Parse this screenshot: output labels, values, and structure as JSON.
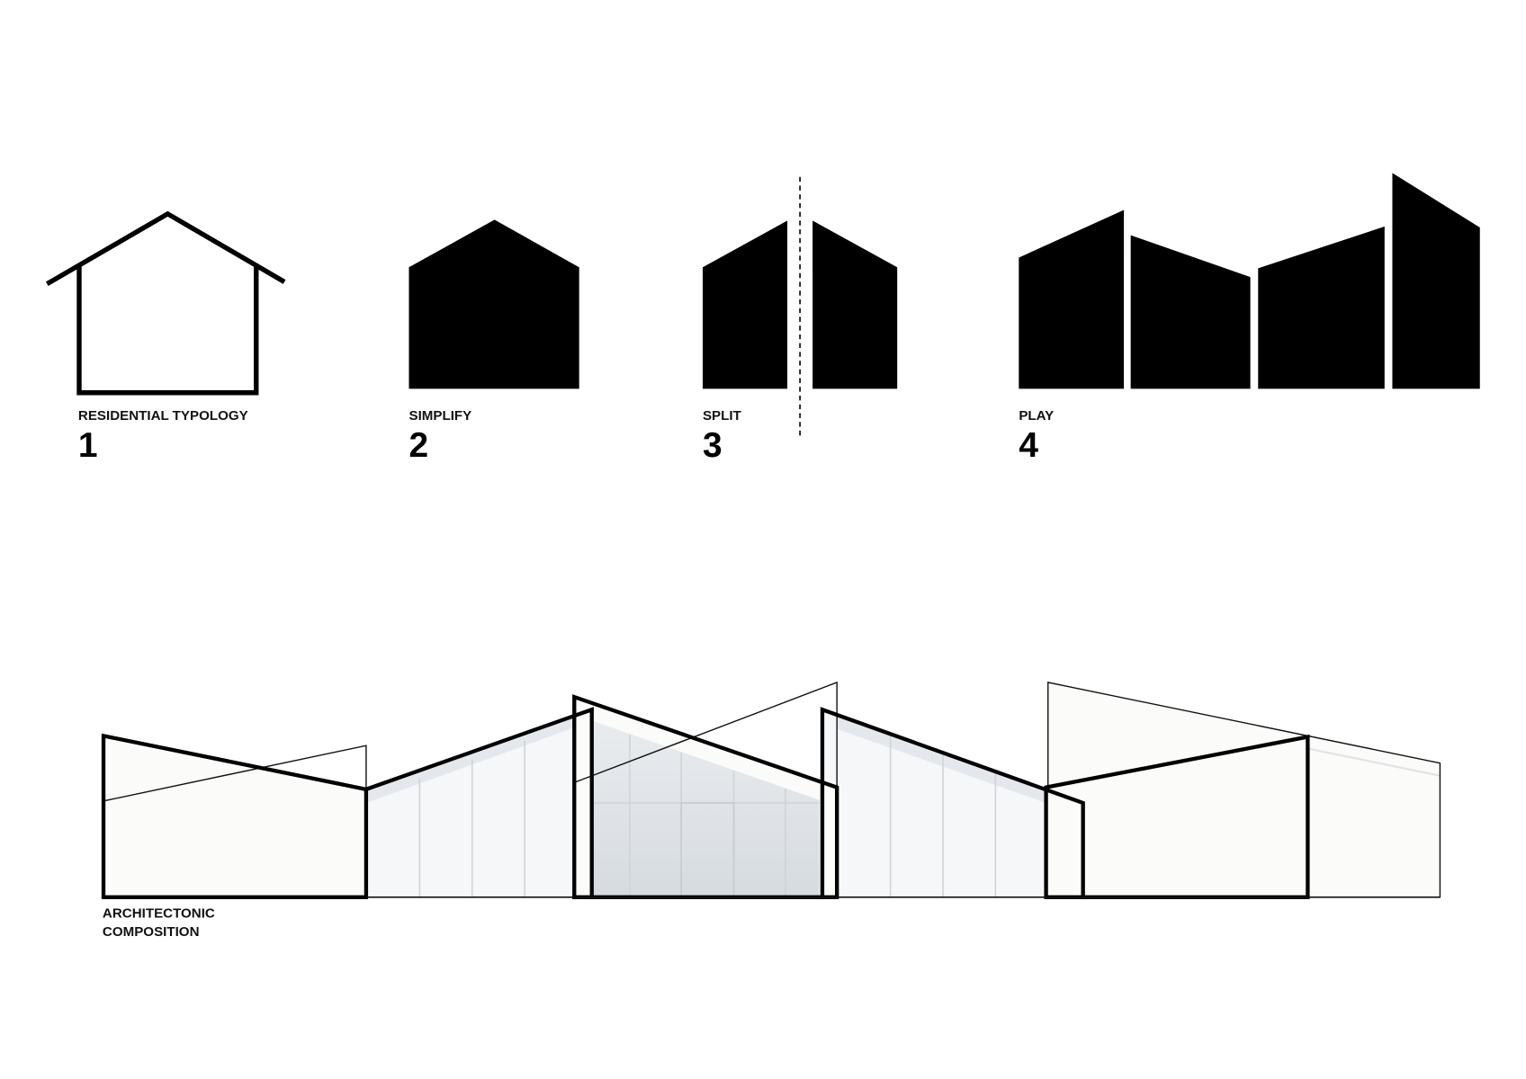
{
  "steps": [
    {
      "label": "RESIDENTIAL TYPOLOGY",
      "number": "1"
    },
    {
      "label": "SIMPLIFY",
      "number": "2"
    },
    {
      "label": "SPLIT",
      "number": "3"
    },
    {
      "label": "PLAY",
      "number": "4"
    }
  ],
  "composition": {
    "line1": "ARCHITECTONIC",
    "line2": "COMPOSITION"
  },
  "colors": {
    "ink": "#000000",
    "glass": "#f4f6f8",
    "interior": "#dfe3e7",
    "wall": "#fbfbfa"
  }
}
